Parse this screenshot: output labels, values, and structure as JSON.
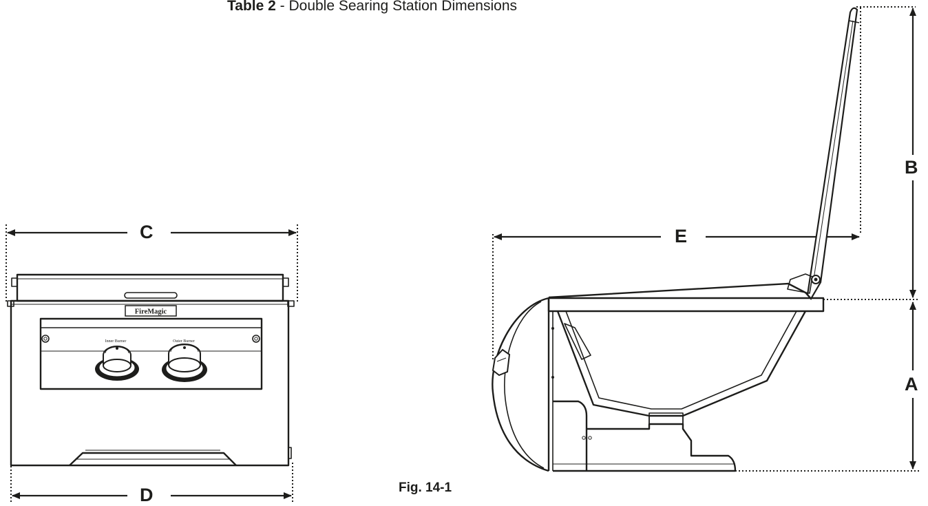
{
  "table_title": {
    "bold": "Table 2",
    "rest": " - Double Searing Station Dimensions"
  },
  "figure_caption": "Fig. 14-1",
  "dimensions": {
    "a": "A",
    "b": "B",
    "c": "C",
    "d": "D",
    "e": "E"
  },
  "front_view": {
    "logo_text": "FireMagic",
    "knob_left_label": "Inner Burner",
    "knob_right_label": "Outer Burner"
  }
}
